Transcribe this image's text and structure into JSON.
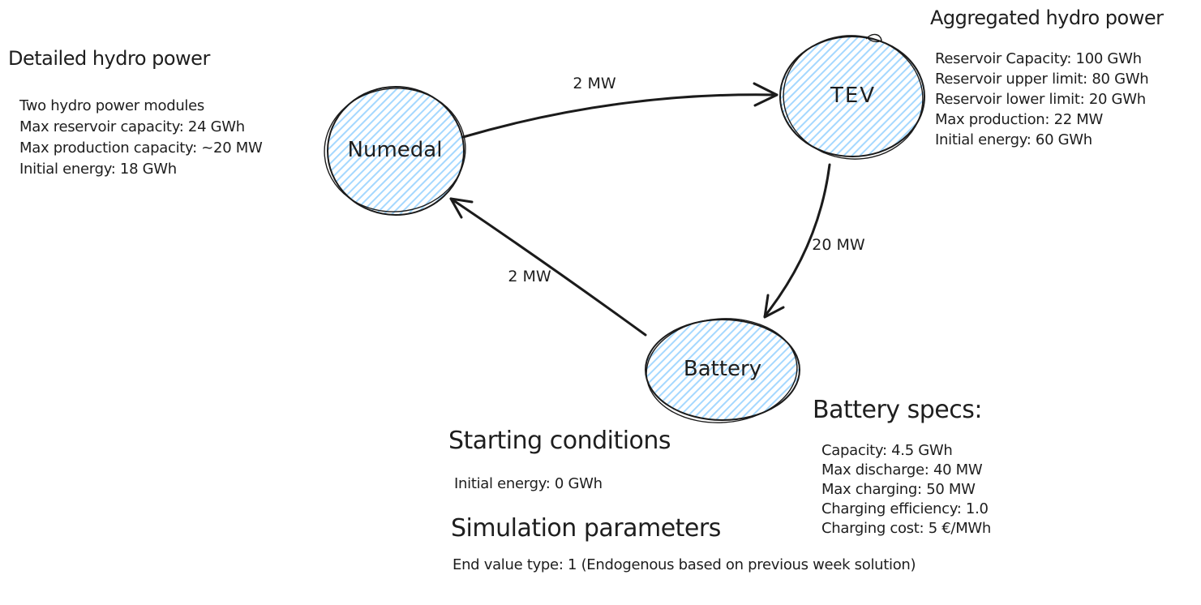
{
  "canvas": {
    "ink_color": "#1e1e1e",
    "stroke_color": "#1b1b1b",
    "node_fill_color": "#a5d8ff",
    "background_color": "#ffffff"
  },
  "nodes": [
    {
      "id": "numedal",
      "label": "Numedal"
    },
    {
      "id": "tev",
      "label": "TEV"
    },
    {
      "id": "battery",
      "label": "Battery"
    }
  ],
  "edges": [
    {
      "from": "Numedal",
      "to": "TEV",
      "label": "2 MW"
    },
    {
      "from": "TEV",
      "to": "Battery",
      "label": "20 MW"
    },
    {
      "from": "Battery",
      "to": "Numedal",
      "label": "2 MW"
    }
  ],
  "annotations": {
    "detailed_hydro": {
      "title": "Detailed hydro power",
      "lines": [
        "Two hydro power modules",
        "Max reservoir capacity: 24 GWh",
        "Max production capacity: ~20 MW",
        "Initial energy: 18 GWh"
      ]
    },
    "aggregated_hydro": {
      "title": "Aggregated hydro power",
      "lines": [
        "Reservoir Capacity: 100 GWh",
        "Reservoir upper limit: 80 GWh",
        "Reservoir lower limit: 20 GWh",
        "Max production: 22 MW",
        "Initial energy: 60 GWh"
      ]
    },
    "battery_specs": {
      "title": "Battery specs:",
      "lines": [
        "Capacity: 4.5 GWh",
        "Max discharge: 40 MW",
        "Max charging: 50 MW",
        "Charging efficiency: 1.0",
        "Charging cost: 5 €/MWh"
      ]
    },
    "starting_conditions": {
      "title": "Starting conditions",
      "lines": [
        "Initial energy: 0 GWh"
      ]
    },
    "simulation_parameters": {
      "title": "Simulation parameters",
      "lines": [
        "End value type: 1 (Endogenous based on previous week solution)"
      ]
    }
  }
}
